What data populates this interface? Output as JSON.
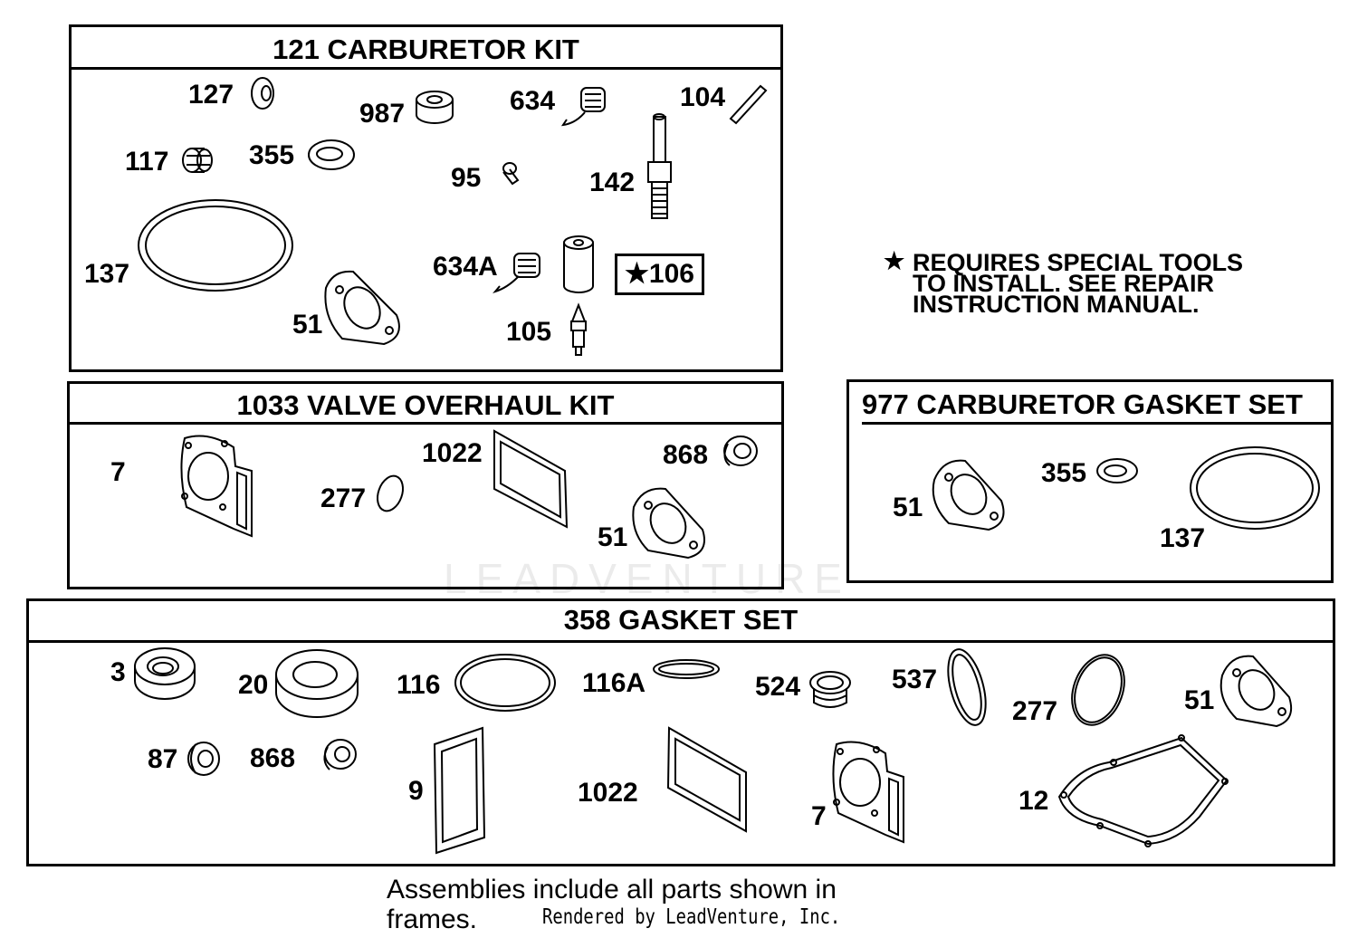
{
  "watermark": "LEADVENTURE",
  "frames": {
    "carb_kit": {
      "title": "121 CARBURETOR KIT"
    },
    "valve_kit": {
      "title": "1033 VALVE OVERHAUL KIT"
    },
    "carb_gasket": {
      "title": "977 CARBURETOR GASKET SET"
    },
    "gasket_set": {
      "title": "358 GASKET SET"
    }
  },
  "labels": {
    "carb_kit": [
      "127",
      "987",
      "634",
      "104",
      "117",
      "355",
      "95",
      "142",
      "137",
      "634A",
      "106",
      "51",
      "105"
    ],
    "valve_kit": [
      "7",
      "277",
      "1022",
      "868",
      "51"
    ],
    "carb_gasket": [
      "51",
      "355",
      "137"
    ],
    "gasket_set": [
      "3",
      "20",
      "116",
      "116A",
      "524",
      "537",
      "277",
      "51",
      "87",
      "868",
      "9",
      "1022",
      "7",
      "12"
    ]
  },
  "special_tool_star": "★",
  "note": {
    "star": "★",
    "lines": [
      "REQUIRES SPECIAL TOOLS",
      "TO INSTALL.  SEE REPAIR",
      "INSTRUCTION MANUAL."
    ]
  },
  "footer": {
    "line1": "Assemblies include all parts shown in",
    "line2": "frames.",
    "credit": "Rendered by LeadVenture, Inc."
  }
}
